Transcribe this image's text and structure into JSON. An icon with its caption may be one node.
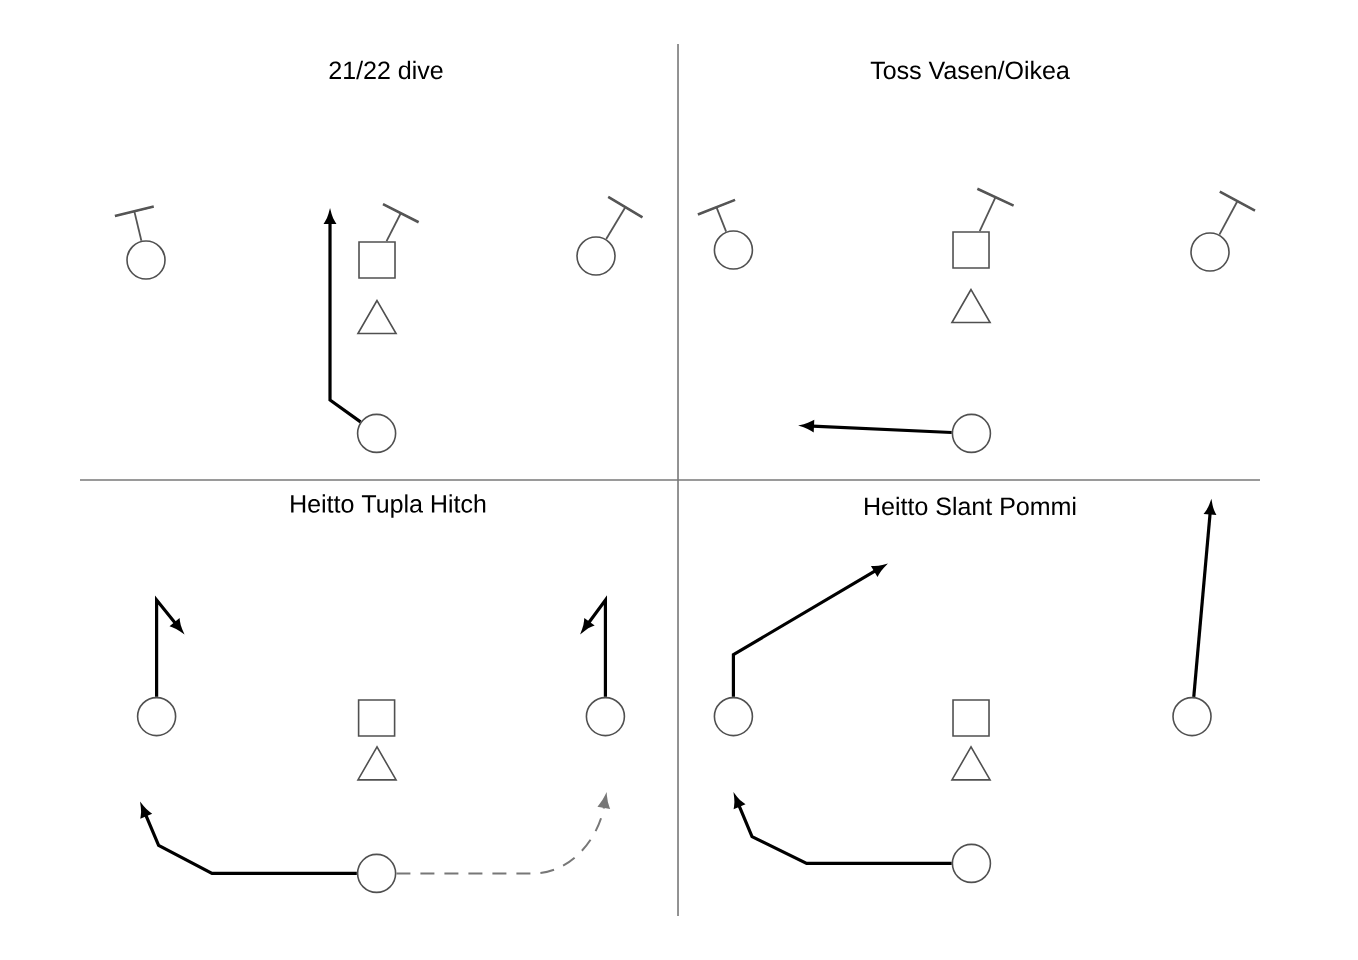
{
  "diagram": {
    "nodes": [
      {
        "text": [],
        "shape": "circle"
      },
      {
        "text": [],
        "shape": "box"
      },
      {
        "text": [],
        "shape": "circle"
      },
      {
        "text": [],
        "shape": "triangle"
      },
      {
        "text": [],
        "shape": "circle"
      },
      {
        "text": [],
        "shape": "circle"
      },
      {
        "text": [],
        "shape": "box"
      },
      {
        "text": [],
        "shape": "circle"
      },
      {
        "text": [],
        "shape": "triangle"
      },
      {
        "text": [],
        "shape": "circle"
      },
      {
        "text": [],
        "shape": "circle"
      },
      {
        "text": [],
        "shape": "box"
      },
      {
        "text": [],
        "shape": "circle"
      },
      {
        "text": [],
        "shape": "triangle"
      },
      {
        "text": [],
        "shape": "circle"
      },
      {
        "text": [],
        "shape": "circle"
      },
      {
        "text": [],
        "shape": "box"
      },
      {
        "text": [],
        "shape": "circle"
      },
      {
        "text": [],
        "shape": "triangle"
      },
      {
        "text": [],
        "shape": "circle"
      }
    ],
    "edges": [
      {
        "from": 0,
        "to": null,
        "arrow": "other",
        "color": "#555555"
      },
      {
        "from": 1,
        "to": null,
        "arrow": "other",
        "color": "#555555"
      },
      {
        "from": 2,
        "to": null,
        "arrow": "other",
        "color": "#555555"
      },
      {
        "from": 4,
        "to": null,
        "arrow": "to"
      },
      {
        "from": 5,
        "to": null,
        "arrow": "other",
        "color": "#555555"
      },
      {
        "from": 6,
        "to": null,
        "arrow": "other",
        "color": "#555555"
      },
      {
        "from": 7,
        "to": null,
        "arrow": "other",
        "color": "#555555"
      },
      {
        "from": 9,
        "to": null,
        "arrow": "to"
      },
      {
        "from": 10,
        "to": null,
        "arrow": "to"
      },
      {
        "from": 12,
        "to": null,
        "arrow": "to"
      },
      {
        "from": 14,
        "to": null,
        "arrow": "to"
      },
      {
        "from": 14,
        "to": null,
        "arrow": "to",
        "style": "dashed",
        "color": "#777777"
      },
      {
        "from": 15,
        "to": null,
        "arrow": "to"
      },
      {
        "from": 17,
        "to": null,
        "arrow": "to"
      },
      {
        "from": 19,
        "to": null,
        "arrow": "to"
      }
    ],
    "labels": [
      "21/22 dive",
      "Toss Vasen/Oikea",
      "Heitto Tupla Hitch",
      "Heitto Slant Pommi"
    ]
  }
}
